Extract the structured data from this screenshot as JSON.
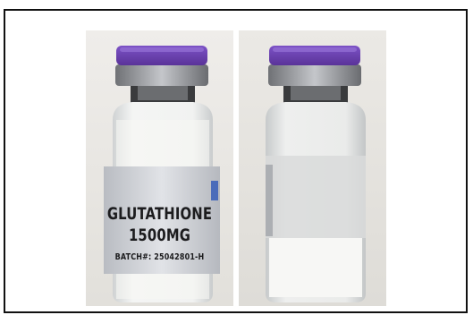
{
  "figure": {
    "left_vial": {
      "label_name": "GLUTATHIONE",
      "label_dose": "1500MG",
      "label_batch": "BATCH#: 25042801-H"
    },
    "colors": {
      "cap": "#6a3fb0",
      "crimp_seal": "#9a9ca0",
      "label": "#d6d8dd",
      "powder": "#f1f2f0",
      "background": "#eceae6"
    }
  }
}
